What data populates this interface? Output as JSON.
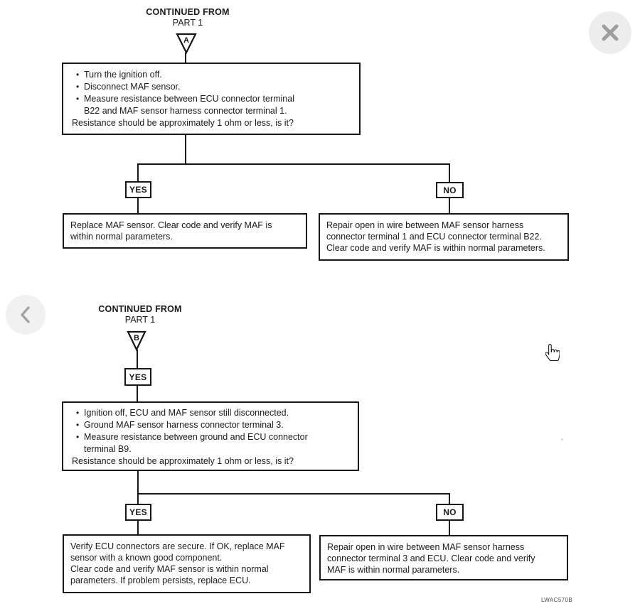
{
  "page": {
    "figure_code": "LWAC570B"
  },
  "viewer": {
    "close_icon": "close-x",
    "prev_icon": "chevron-left",
    "cursor_icon": "hand-pointer"
  },
  "colors": {
    "ink": "#161616",
    "chrome_circle": "#ededed",
    "chrome_glyph": "#9e9e9e"
  },
  "sections": [
    {
      "continued_from": "CONTINUED FROM",
      "part": "PART 1",
      "connector_letter": "A",
      "instruction": {
        "bullets": [
          "Turn the ignition off.",
          "Disconnect MAF sensor.",
          "Measure resistance between ECU connector terminal\nB22 and MAF sensor harness connector terminal 1."
        ],
        "question": "Resistance should be approximately 1 ohm or less,  is it?"
      },
      "yes_label": "YES",
      "no_label": "NO",
      "yes_outcome": "Replace MAF sensor. Clear code and verify MAF is\nwithin normal parameters.",
      "no_outcome": "Repair open in wire between MAF sensor harness\nconnector terminal 1 and ECU connector terminal B22.\nClear code and verify MAF is within normal parameters."
    },
    {
      "continued_from": "CONTINUED FROM",
      "part": "PART 1",
      "connector_letter": "B",
      "entry_label": "YES",
      "instruction": {
        "bullets": [
          "Ignition off, ECU and MAF sensor still disconnected.",
          "Ground MAF sensor harness connector terminal 3.",
          "Measure resistance between ground and ECU connector\nterminal B9."
        ],
        "question": "Resistance should be approximately 1 ohm or less, is it?"
      },
      "yes_label": "YES",
      "no_label": "NO",
      "yes_outcome": "Verify ECU connectors are secure. If OK, replace MAF\nsensor with a known good component.\nClear code and verify MAF sensor is within normal\nparameters. If problem persists, replace ECU.",
      "no_outcome": "Repair open in wire between MAF sensor harness\nconnector terminal 3 and ECU. Clear code and verify\nMAF is within normal parameters."
    }
  ]
}
